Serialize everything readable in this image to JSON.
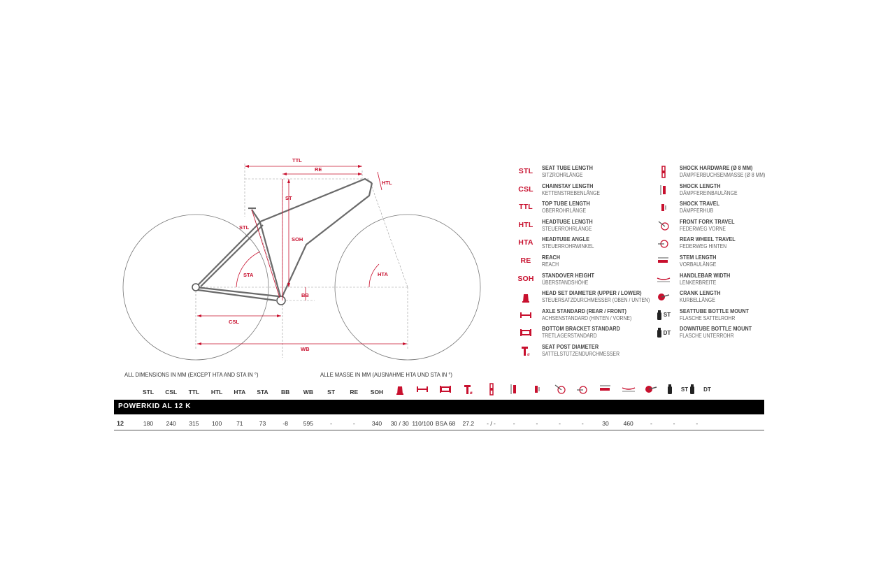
{
  "diagram": {
    "labels": {
      "ttl": "TTL",
      "re": "RE",
      "htl": "HTL",
      "st": "ST",
      "stl": "STL",
      "soh": "SOH",
      "sta": "STA",
      "hta": "HTA",
      "bb": "BB",
      "csl": "CSL",
      "wb": "WB"
    }
  },
  "legend": {
    "left": [
      {
        "code": "STL",
        "title": "SEAT TUBE LENGTH",
        "subtitle": "SITZROHRLÄNGE"
      },
      {
        "code": "CSL",
        "title": "CHAINSTAY LENGTH",
        "subtitle": "KETTENSTREBENLÄNGE"
      },
      {
        "code": "TTL",
        "title": "TOP TUBE LENGTH",
        "subtitle": "OBERROHRLÄNGE"
      },
      {
        "code": "HTL",
        "title": "HEADTUBE LENGTH",
        "subtitle": "STEUERROHRLÄNGE"
      },
      {
        "code": "HTA",
        "title": "HEADTUBE ANGLE",
        "subtitle": "STEUERROHRWINKEL"
      },
      {
        "code": "RE",
        "title": "REACH",
        "subtitle": "REACH"
      },
      {
        "code": "SOH",
        "title": "STANDOVER HEIGHT",
        "subtitle": "ÜBERSTANDSHÖHE"
      },
      {
        "icon": "headset-icon",
        "title": "HEAD SET DIAMETER (UPPER / LOWER)",
        "subtitle": "STEUERSATZDURCHMESSER (OBEN / UNTEN)"
      },
      {
        "icon": "axle-icon",
        "title": "AXLE STANDARD (REAR / FRONT)",
        "subtitle": "ACHSENSTANDARD (HINTEN / VORNE)"
      },
      {
        "icon": "bottom-bracket-icon",
        "title": "BOTTOM BRACKET STANDARD",
        "subtitle": "TRETLAGERSTANDARD"
      },
      {
        "icon": "seatpost-icon",
        "title": "SEAT POST DIAMETER",
        "subtitle": "SATTELSTÜTZENDURCHMESSER"
      }
    ],
    "right": [
      {
        "icon": "shock-hardware-icon",
        "title": "SHOCK HARDWARE (Ø 8 MM)",
        "subtitle": "DÄMPFERBUCHSENMASSE (Ø 8 MM)"
      },
      {
        "icon": "shock-length-icon",
        "title": "SHOCK LENGTH",
        "subtitle": "DÄMPFEREINBAULÄNGE"
      },
      {
        "icon": "shock-travel-icon",
        "title": "SHOCK TRAVEL",
        "subtitle": "DÄMPFERHUB"
      },
      {
        "icon": "front-fork-icon",
        "title": "FRONT FORK TRAVEL",
        "subtitle": "FEDERWEG VORNE"
      },
      {
        "icon": "rear-wheel-icon",
        "title": "REAR WHEEL TRAVEL",
        "subtitle": "FEDERWEG HINTEN"
      },
      {
        "icon": "stem-icon",
        "title": "STEM LENGTH",
        "subtitle": "VORBAULÄNGE"
      },
      {
        "icon": "handlebar-icon",
        "title": "HANDLEBAR WIDTH",
        "subtitle": "LENKERBREITE"
      },
      {
        "icon": "crank-icon",
        "title": "CRANK LENGTH",
        "subtitle": "KURBELLÄNGE"
      },
      {
        "icon": "bottle-icon",
        "tag": "ST",
        "title": "SEATTUBE BOTTLE MOUNT",
        "subtitle": "FLASCHE SATTELROHR"
      },
      {
        "icon": "bottle-icon",
        "tag": "DT",
        "title": "DOWNTUBE BOTTLE MOUNT",
        "subtitle": "FLASCHE UNTERROHR"
      }
    ]
  },
  "notes": {
    "en": "ALL DIMENSIONS IN MM (EXCEPT HTA AND STA IN °)",
    "de": "ALLE MASSE IN MM (AUSNAHME HTA UND STA IN °)"
  },
  "table": {
    "headers": [
      {
        "text": "STL"
      },
      {
        "text": "CSL"
      },
      {
        "text": "TTL"
      },
      {
        "text": "HTL"
      },
      {
        "text": "HTA"
      },
      {
        "text": "STA"
      },
      {
        "text": "BB"
      },
      {
        "text": "WB"
      },
      {
        "text": "ST"
      },
      {
        "text": "RE"
      },
      {
        "text": "SOH"
      },
      {
        "icon": "headset-icon"
      },
      {
        "icon": "axle-icon"
      },
      {
        "icon": "bottom-bracket-icon"
      },
      {
        "icon": "seatpost-icon"
      },
      {
        "icon": "shock-hardware-icon"
      },
      {
        "icon": "shock-length-icon"
      },
      {
        "icon": "shock-travel-icon"
      },
      {
        "icon": "front-fork-icon"
      },
      {
        "icon": "rear-wheel-icon"
      },
      {
        "icon": "stem-icon"
      },
      {
        "icon": "handlebar-icon"
      },
      {
        "icon": "crank-icon"
      },
      {
        "icon": "bottle-icon",
        "tag": "ST"
      },
      {
        "icon": "bottle-icon",
        "tag": "DT"
      }
    ],
    "model": "POWERKID AL 12 K",
    "rows": [
      {
        "size": "12",
        "values": [
          "180",
          "240",
          "315",
          "100",
          "71",
          "73",
          "-8",
          "595",
          "-",
          "-",
          "340",
          "30 / 30",
          "110/100",
          "BSA 68",
          "27.2",
          "- / -",
          "-",
          "-",
          "-",
          "-",
          "30",
          "460",
          "-",
          "-",
          "-"
        ]
      }
    ]
  },
  "colors": {
    "accent": "#c8102e",
    "bar": "#000000",
    "frame": "#666666"
  }
}
